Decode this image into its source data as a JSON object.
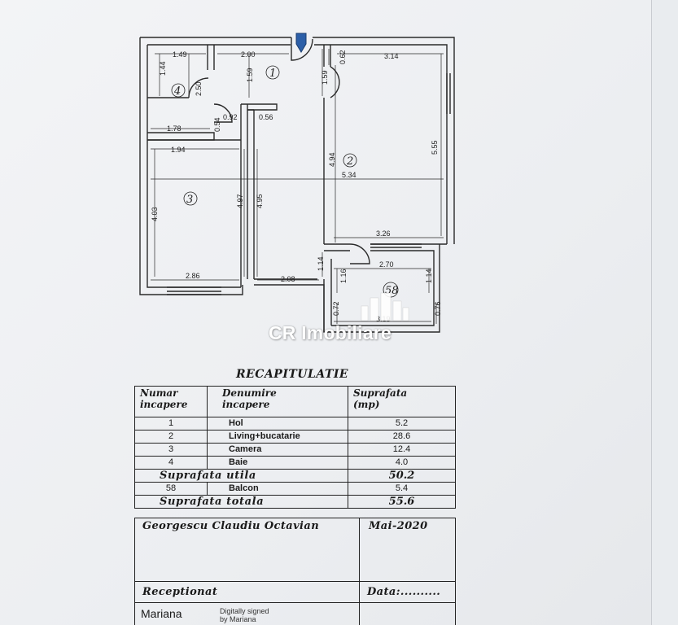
{
  "plan": {
    "rooms": [
      "1",
      "2",
      "3",
      "4",
      "58"
    ],
    "dims": {
      "d149": "1.49",
      "d200": "2.00",
      "d062": "0.62",
      "d314": "3.14",
      "d144": "1.44",
      "d250": "2.50",
      "d159a": "1.59",
      "d159b": "1.59",
      "d092": "0.92",
      "d054": "0.54",
      "d056": "0.56",
      "d178": "1.78",
      "d194": "1.94",
      "d494": "4.94",
      "d555": "5.55",
      "d534": "5.34",
      "d403": "4.03",
      "d497": "4.97",
      "d495": "4.95",
      "d326": "3.26",
      "d114a": "1.14",
      "d270": "2.70",
      "d116": "1.16",
      "d114b": "1.14",
      "d286": "2.86",
      "d208": "2.08",
      "d072": "0.72",
      "d319": "3.19",
      "d076": "0.76"
    },
    "watermark": "CR Imobiliare",
    "colors": {
      "wall": "#2a2a2a",
      "entrance": "#2c5fa8"
    }
  },
  "recap": {
    "title": "RECAPITULATIE",
    "headers": {
      "num_l1": "Numar",
      "num_l2": "incapere",
      "name_l1": "Denumire",
      "name_l2": "incapere",
      "area_l1": "Suprafata",
      "area_l2": "(mp)"
    },
    "rows": [
      {
        "num": "1",
        "name": "Hol",
        "area": "5.2"
      },
      {
        "num": "2",
        "name": "Living+bucatarie",
        "area": "28.6"
      },
      {
        "num": "3",
        "name": "Camera",
        "area": "12.4"
      },
      {
        "num": "4",
        "name": "Baie",
        "area": "4.0"
      }
    ],
    "useful_label": "Suprafata utila",
    "useful_value": "50.2",
    "balcony": {
      "num": "58",
      "name": "Balcon",
      "area": "5.4"
    },
    "total_label": "Suprafata totala",
    "total_value": "55.6"
  },
  "footer": {
    "author": "Georgescu Claudiu Octavian",
    "date": "Mai-2020",
    "received_label": "Receptionat",
    "data_label": "Data:..........",
    "signer": "Mariana",
    "signature_l1": "Digitally signed",
    "signature_l2": "by Mariana"
  }
}
